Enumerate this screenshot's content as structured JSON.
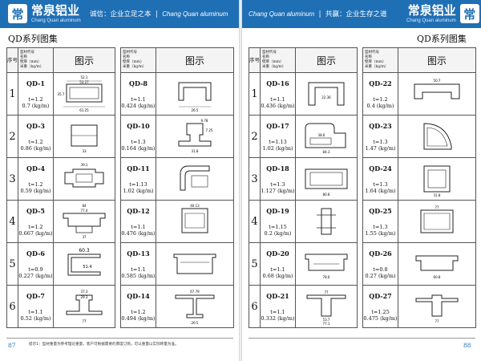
{
  "brand": {
    "cn": "常泉铝业",
    "en": "Chang Quan aluminum",
    "mark": "常"
  },
  "left_banner": {
    "slogan_cn": "诚信：企业立足之本",
    "slogan_en": "Chang Quan aluminum"
  },
  "right_banner": {
    "slogan_en": "Chang Quan aluminum",
    "slogan_cn": "共赢：企业生存之道"
  },
  "section_title": "QD系列图集",
  "table_header": {
    "seq": "序号",
    "labels": [
      "型材代号",
      "名称",
      "壁厚（mm）",
      "米重（kg/m）"
    ],
    "drawing": "图示"
  },
  "rows": [
    "1",
    "2",
    "3",
    "4",
    "5",
    "6"
  ],
  "columns": [
    [
      {
        "code": "QD-1",
        "t": "t=1.2",
        "w": "0.7 (kg/m)",
        "dims": [
          "52.1",
          "53.27",
          "35.7",
          "61.25"
        ]
      },
      {
        "code": "QD-3",
        "t": "t=1.2",
        "w": "0.86 (kg/m)",
        "dims": [
          "33"
        ]
      },
      {
        "code": "QD-4",
        "t": "t=1.2",
        "w": "0.59 (kg/m)",
        "dims": [
          "39.1"
        ]
      },
      {
        "code": "QD-5",
        "t": "t=1.2",
        "w": "0.667 (kg/m)",
        "dims": [
          "84",
          "77.4",
          "37"
        ]
      },
      {
        "code": "QD-6",
        "t": "t=0.9",
        "w": "0.227 (kg/m)",
        "dims": [
          "60.3",
          "51.4"
        ]
      },
      {
        "code": "QD-7",
        "t": "t=1.1",
        "w": "0.52 (kg/m)",
        "dims": [
          "37.3",
          "29.3",
          "77"
        ]
      }
    ],
    [
      {
        "code": "QD-8",
        "t": "t=1.1",
        "w": "0.424 (kg/m)",
        "dims": [
          "26.5"
        ]
      },
      {
        "code": "QD-10",
        "t": "t=1.3",
        "w": "0.164 (kg/m)",
        "dims": [
          "9.78",
          "7.25",
          "31.8"
        ]
      },
      {
        "code": "QD-11",
        "t": "t=1.13",
        "w": "1.02 (kg/m)",
        "dims": [
          ""
        ]
      },
      {
        "code": "QD-12",
        "t": "t=1.1",
        "w": "0.476 (kg/m)",
        "dims": [
          "40.13"
        ]
      },
      {
        "code": "QD-13",
        "t": "t=1.1",
        "w": "0.585 (kg/m)",
        "dims": [
          ""
        ]
      },
      {
        "code": "QD-14",
        "t": "t=1.2",
        "w": "0.494 (kg/m)",
        "dims": [
          "67.79",
          "26.5"
        ]
      }
    ],
    [
      {
        "code": "QD-16",
        "t": "t=1.1",
        "w": "0.436 (kg/m)",
        "dims": [
          "22.36"
        ]
      },
      {
        "code": "QD-17",
        "t": "t=1.13",
        "w": "1.02 (kg/m)",
        "dims": [
          "38.6",
          "84.3"
        ]
      },
      {
        "code": "QD-18",
        "t": "t=1.3",
        "w": "1.127 (kg/m)",
        "dims": [
          "80.8"
        ]
      },
      {
        "code": "QD-19",
        "t": "t=1.15",
        "w": "0.2 (kg/m)",
        "dims": [
          ""
        ]
      },
      {
        "code": "QD-20",
        "t": "t=1.1",
        "w": "0.68 (kg/m)",
        "dims": [
          "78.6"
        ]
      },
      {
        "code": "QD-21",
        "t": "t=1.1",
        "w": "0.332 (kg/m)",
        "dims": [
          "77",
          "53.7",
          "77.1"
        ]
      }
    ],
    [
      {
        "code": "QD-22",
        "t": "t=1.2",
        "w": "0.4 (kg/m)",
        "dims": [
          "50.7"
        ]
      },
      {
        "code": "QD-23",
        "t": "t=1.3",
        "w": "1.47 (kg/m)",
        "dims": [
          ""
        ]
      },
      {
        "code": "QD-24",
        "t": "t=1.3",
        "w": "1.64 (kg/m)",
        "dims": [
          "31.8"
        ]
      },
      {
        "code": "QD-25",
        "t": "t=1.3",
        "w": "1.55 (kg/m)",
        "dims": [
          "77"
        ]
      },
      {
        "code": "QD-26",
        "t": "t=0.8",
        "w": "0.27 (kg/m)",
        "dims": [
          "60.8"
        ]
      },
      {
        "code": "QD-27",
        "t": "t=1.25",
        "w": "0.475 (kg/m)",
        "dims": [
          "77"
        ]
      }
    ]
  ],
  "footer": {
    "left_page": "87",
    "right_page": "88",
    "note": "提示1：型材重量为参考理论重量，客户可根据需要的厚度订购，可以重量以实际称量为准。"
  },
  "colors": {
    "brand_blue": "#1f6fb5",
    "line": "#555555"
  }
}
